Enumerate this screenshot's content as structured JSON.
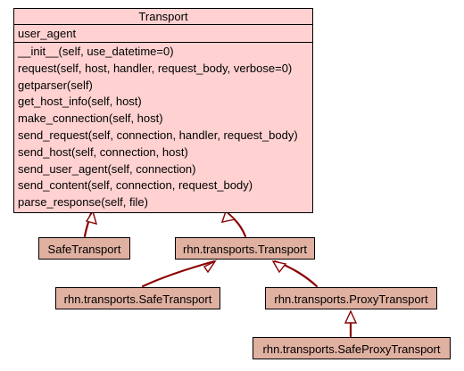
{
  "transport": {
    "name": "Transport",
    "attribute": "user_agent",
    "methods": [
      "__init__(self, use_datetime=0)",
      "request(self, host, handler, request_body, verbose=0)",
      "getparser(self)",
      "get_host_info(self, host)",
      "make_connection(self, host)",
      "send_request(self, connection, handler, request_body)",
      "send_host(self, connection, host)",
      "send_user_agent(self, connection)",
      "send_content(self, connection, request_body)",
      "parse_response(self, file)"
    ]
  },
  "classes": {
    "safe_transport": "SafeTransport",
    "rhn_transport": "rhn.transports.Transport",
    "rhn_safe_transport": "rhn.transports.SafeTransport",
    "rhn_proxy_transport": "rhn.transports.ProxyTransport",
    "rhn_safe_proxy_transport": "rhn.transports.SafeProxyTransport"
  },
  "colors": {
    "base_class_fill": "#ffd1d1",
    "class_fill": "#e0b0a0",
    "edge": "#8b0000"
  }
}
